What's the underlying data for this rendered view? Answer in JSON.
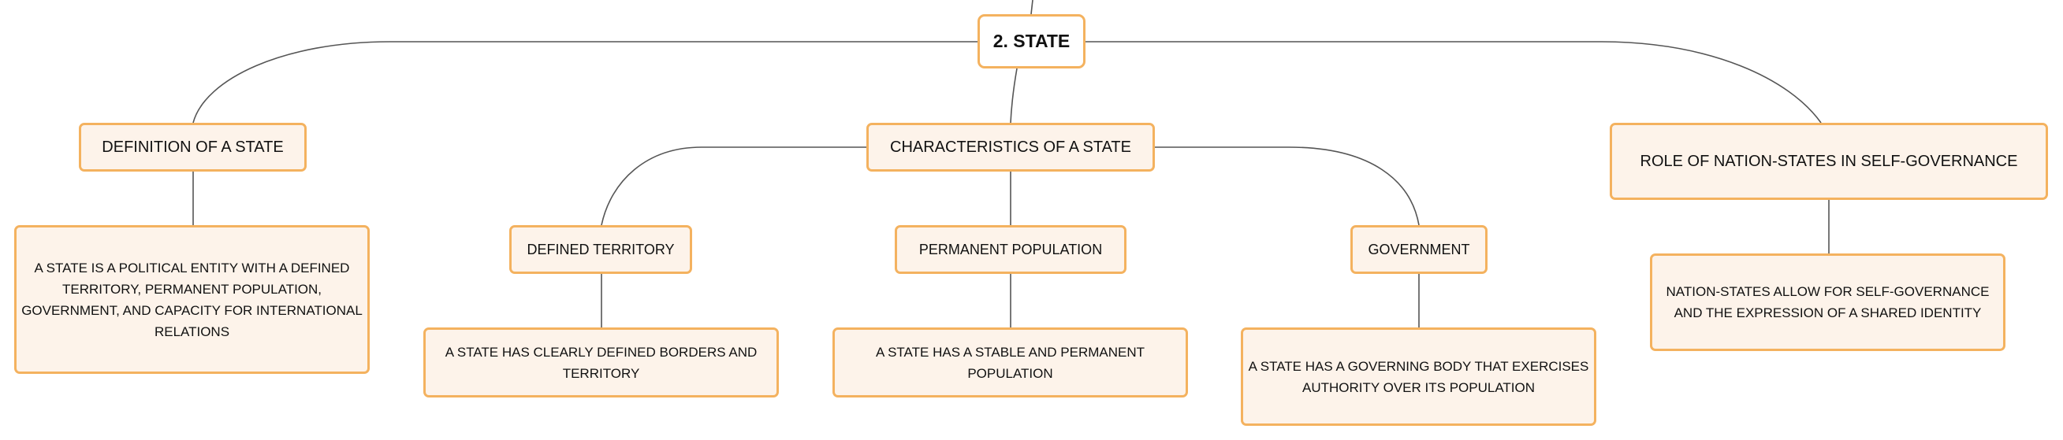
{
  "root": {
    "label": "2. STATE"
  },
  "definition": {
    "label": "DEFINITION OF A STATE",
    "detail": "A STATE IS A POLITICAL ENTITY WITH A DEFINED TERRITORY, PERMANENT POPULATION, GOVERNMENT, AND CAPACITY FOR INTERNATIONAL RELATIONS"
  },
  "characteristics": {
    "label": "CHARACTERISTICS OF A STATE",
    "children": [
      {
        "label": "DEFINED TERRITORY",
        "detail": "A STATE HAS CLEARLY DEFINED BORDERS AND TERRITORY"
      },
      {
        "label": "PERMANENT POPULATION",
        "detail": "A STATE HAS A STABLE AND PERMANENT POPULATION"
      },
      {
        "label": "GOVERNMENT",
        "detail": "A STATE HAS A GOVERNING BODY THAT EXERCISES AUTHORITY OVER ITS POPULATION"
      }
    ]
  },
  "role": {
    "label": "ROLE OF NATION-STATES IN SELF-GOVERNANCE",
    "detail": "NATION-STATES ALLOW FOR SELF-GOVERNANCE AND THE EXPRESSION OF A SHARED IDENTITY"
  },
  "colors": {
    "node_border": "#f4b25f",
    "node_fill": "#fdf3ea",
    "root_fill": "#ffffff",
    "connector": "#555555"
  }
}
